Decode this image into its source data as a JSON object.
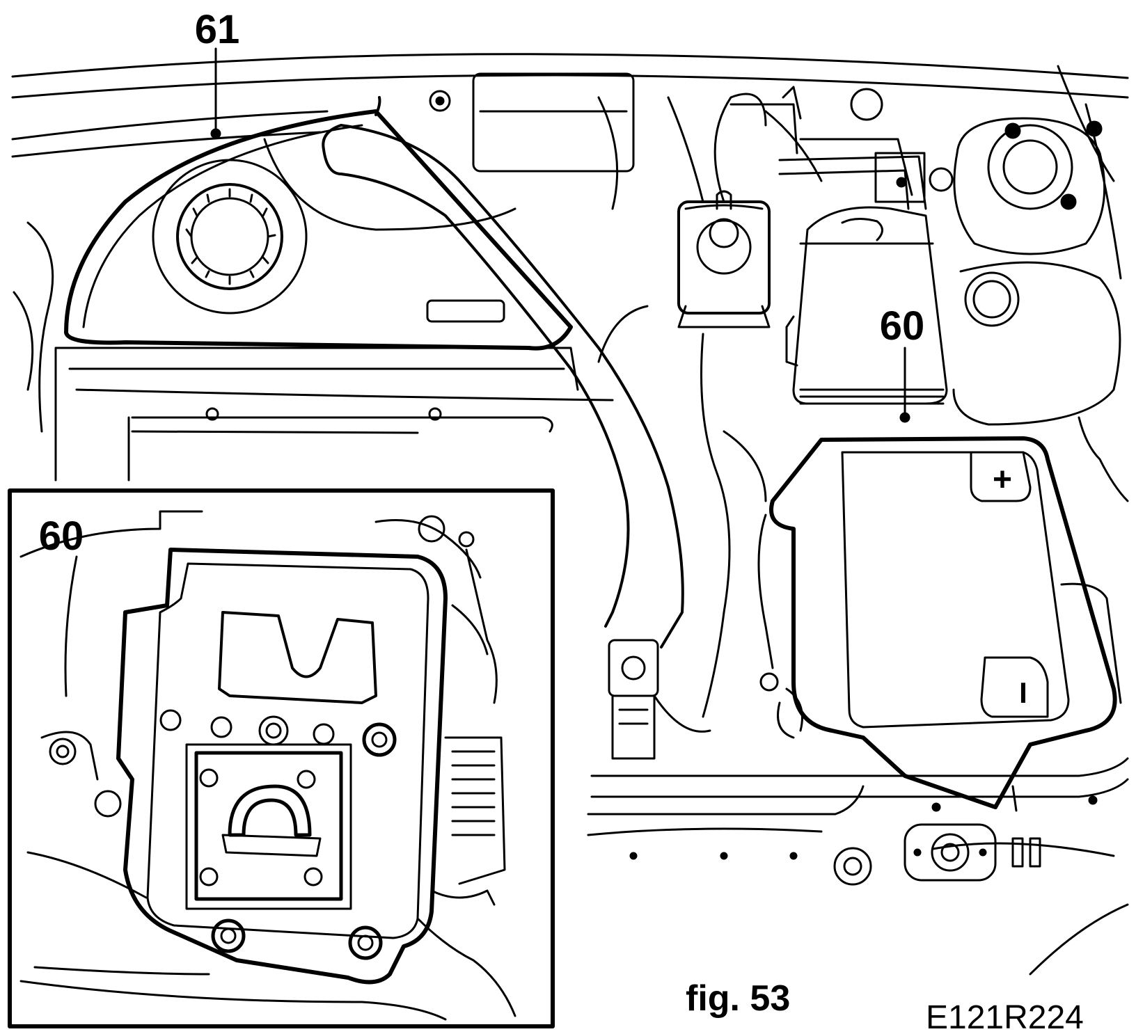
{
  "callouts": {
    "air_intake_cover": "61",
    "battery_cover": "60",
    "inset_battery_tray": "60"
  },
  "battery_terminals": {
    "positive": "+",
    "negative": "I"
  },
  "figure_caption": "fig. 53",
  "figure_code": "E121R224",
  "colors": {
    "ink": "#000000",
    "paper": "#ffffff"
  }
}
